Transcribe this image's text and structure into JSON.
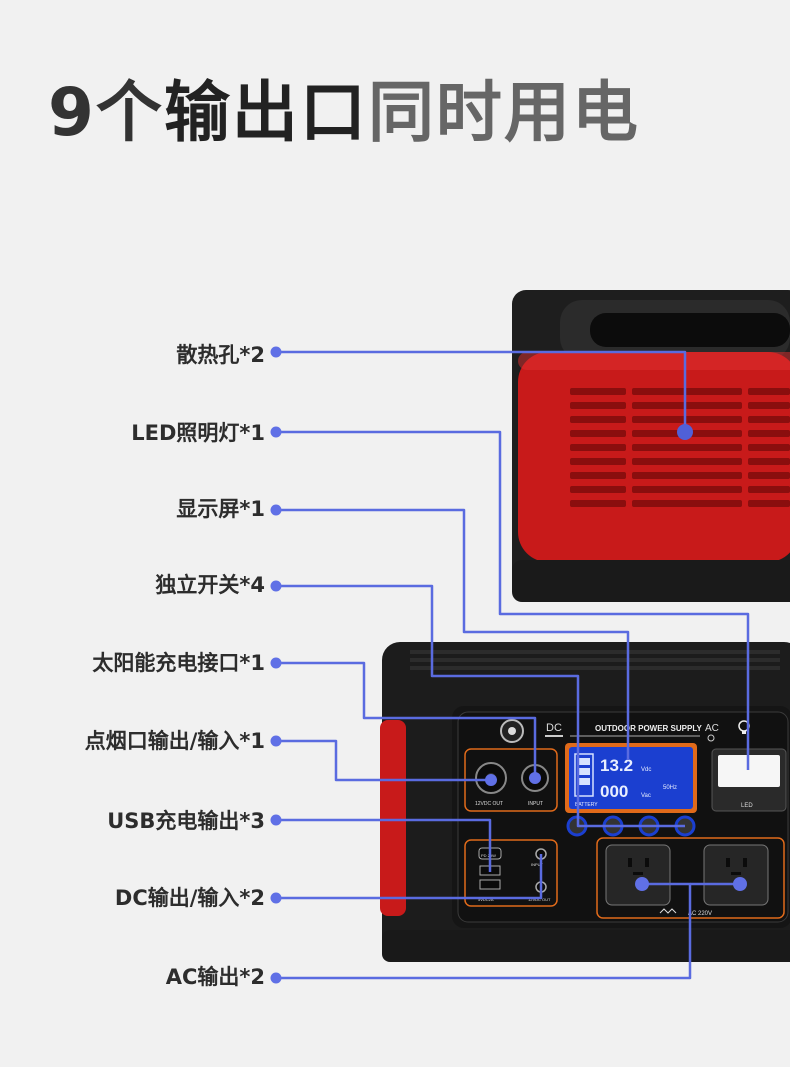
{
  "headline": {
    "part1": "9个",
    "part2": "输出口",
    "part3": "同时用电"
  },
  "callouts": [
    {
      "label": "散热孔*2"
    },
    {
      "label": "LED照明灯*1"
    },
    {
      "label": "显示屏*1"
    },
    {
      "label": "独立开关*4"
    },
    {
      "label": "太阳能充电接口*1"
    },
    {
      "label": "点烟口输出/输入*1"
    },
    {
      "label": "USB充电输出*3"
    },
    {
      "label": "DC输出/输入*2"
    },
    {
      "label": "AC输出*2"
    }
  ],
  "device": {
    "panel_title": "OUTDOOR POWER SUPPLY",
    "dc_label": "DC",
    "ac_label": "AC",
    "led_label": "LED",
    "battery_label": "BATTERY",
    "screen_line1": "13.2",
    "screen_unit1": "Vdc",
    "screen_line2": "000",
    "screen_unit2": "Vac",
    "screen_freq": "50Hz",
    "port_12vdc_out": "12VDC OUT",
    "port_input": "INPUT",
    "port_5vdc": "5VDC2A",
    "port_12vdc_out2": "12VDC OUT",
    "port_pd": "PD 20W",
    "port_input2": "INPUT",
    "ac_rating": "AC 220V"
  },
  "colors": {
    "line": "#5a6be0",
    "dot": "#6070e6",
    "red": "#d21f1f",
    "body": "#1c1c1c"
  }
}
